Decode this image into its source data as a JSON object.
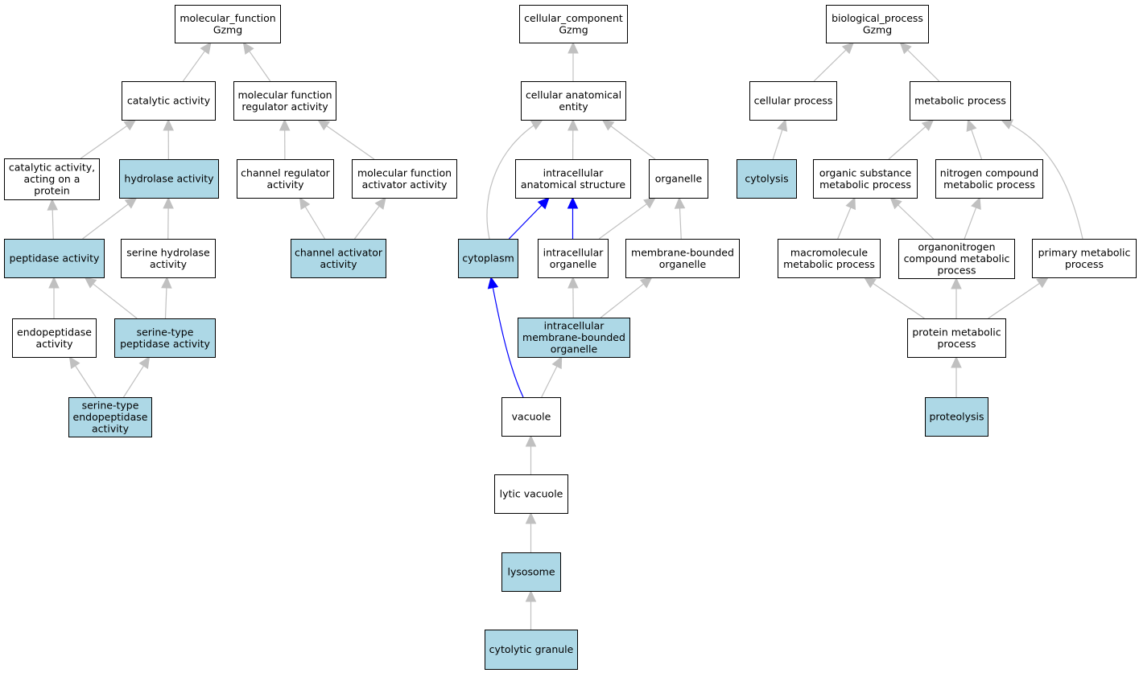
{
  "colors": {
    "highlight_fill": "#add8e6",
    "plain_fill": "#ffffff",
    "border": "#000000",
    "edge_gray": "#c0c0c0",
    "edge_blue": "#0000ff"
  },
  "nodes": {
    "mf_root": {
      "lines": [
        "molecular_function",
        "Gzmg"
      ],
      "hl": false
    },
    "catalytic_activity": {
      "lines": [
        "catalytic activity"
      ],
      "hl": false
    },
    "mf_regulator": {
      "lines": [
        "molecular function",
        "regulator activity"
      ],
      "hl": false
    },
    "catalytic_protein": {
      "lines": [
        "catalytic activity,",
        "acting on a",
        "protein"
      ],
      "hl": false
    },
    "hydrolase_activity": {
      "lines": [
        "hydrolase activity"
      ],
      "hl": true
    },
    "channel_regulator": {
      "lines": [
        "channel regulator",
        "activity"
      ],
      "hl": false
    },
    "mf_activator": {
      "lines": [
        "molecular function",
        "activator activity"
      ],
      "hl": false
    },
    "peptidase_activity": {
      "lines": [
        "peptidase activity"
      ],
      "hl": true
    },
    "serine_hydrolase": {
      "lines": [
        "serine hydrolase",
        "activity"
      ],
      "hl": false
    },
    "channel_activator": {
      "lines": [
        "channel activator",
        "activity"
      ],
      "hl": true
    },
    "endopeptidase_activity": {
      "lines": [
        "endopeptidase",
        "activity"
      ],
      "hl": false
    },
    "serine_peptidase": {
      "lines": [
        "serine-type",
        "peptidase activity"
      ],
      "hl": true
    },
    "serine_endopeptidase": {
      "lines": [
        "serine-type",
        "endopeptidase",
        "activity"
      ],
      "hl": true
    },
    "cc_root": {
      "lines": [
        "cellular_component",
        "Gzmg"
      ],
      "hl": false
    },
    "cellular_anatomical": {
      "lines": [
        "cellular anatomical",
        "entity"
      ],
      "hl": false
    },
    "intracellular_anatomical": {
      "lines": [
        "intracellular",
        "anatomical structure"
      ],
      "hl": false
    },
    "organelle": {
      "lines": [
        "organelle"
      ],
      "hl": false
    },
    "cytoplasm": {
      "lines": [
        "cytoplasm"
      ],
      "hl": true
    },
    "intracellular_organelle": {
      "lines": [
        "intracellular",
        "organelle"
      ],
      "hl": false
    },
    "membrane_bounded": {
      "lines": [
        "membrane-bounded",
        "organelle"
      ],
      "hl": false
    },
    "intracellular_membrane": {
      "lines": [
        "intracellular",
        "membrane-bounded",
        "organelle"
      ],
      "hl": true
    },
    "vacuole": {
      "lines": [
        "vacuole"
      ],
      "hl": false
    },
    "lytic_vacuole": {
      "lines": [
        "lytic vacuole"
      ],
      "hl": false
    },
    "lysosome": {
      "lines": [
        "lysosome"
      ],
      "hl": true
    },
    "cytolytic_granule": {
      "lines": [
        "cytolytic granule"
      ],
      "hl": true
    },
    "bp_root": {
      "lines": [
        "biological_process",
        "Gzmg"
      ],
      "hl": false
    },
    "cellular_process": {
      "lines": [
        "cellular process"
      ],
      "hl": false
    },
    "metabolic_process": {
      "lines": [
        "metabolic process"
      ],
      "hl": false
    },
    "cytolysis": {
      "lines": [
        "cytolysis"
      ],
      "hl": true
    },
    "organic_substance": {
      "lines": [
        "organic substance",
        "metabolic process"
      ],
      "hl": false
    },
    "nitrogen_compound": {
      "lines": [
        "nitrogen compound",
        "metabolic process"
      ],
      "hl": false
    },
    "macromolecule": {
      "lines": [
        "macromolecule",
        "metabolic process"
      ],
      "hl": false
    },
    "organonitrogen": {
      "lines": [
        "organonitrogen",
        "compound metabolic",
        "process"
      ],
      "hl": false
    },
    "primary_metabolic": {
      "lines": [
        "primary metabolic",
        "process"
      ],
      "hl": false
    },
    "protein_metabolic": {
      "lines": [
        "protein metabolic",
        "process"
      ],
      "hl": false
    },
    "proteolysis": {
      "lines": [
        "proteolysis"
      ],
      "hl": true
    }
  },
  "edges": [
    {
      "from": "catalytic_activity",
      "to": "mf_root",
      "color": "gray"
    },
    {
      "from": "mf_regulator",
      "to": "mf_root",
      "color": "gray"
    },
    {
      "from": "catalytic_protein",
      "to": "catalytic_activity",
      "color": "gray"
    },
    {
      "from": "hydrolase_activity",
      "to": "catalytic_activity",
      "color": "gray"
    },
    {
      "from": "channel_regulator",
      "to": "mf_regulator",
      "color": "gray"
    },
    {
      "from": "mf_activator",
      "to": "mf_regulator",
      "color": "gray"
    },
    {
      "from": "peptidase_activity",
      "to": "catalytic_protein",
      "color": "gray"
    },
    {
      "from": "peptidase_activity",
      "to": "hydrolase_activity",
      "color": "gray"
    },
    {
      "from": "serine_hydrolase",
      "to": "hydrolase_activity",
      "color": "gray"
    },
    {
      "from": "channel_activator",
      "to": "channel_regulator",
      "color": "gray"
    },
    {
      "from": "channel_activator",
      "to": "mf_activator",
      "color": "gray"
    },
    {
      "from": "endopeptidase_activity",
      "to": "peptidase_activity",
      "color": "gray"
    },
    {
      "from": "serine_peptidase",
      "to": "peptidase_activity",
      "color": "gray"
    },
    {
      "from": "serine_peptidase",
      "to": "serine_hydrolase",
      "color": "gray"
    },
    {
      "from": "serine_endopeptidase",
      "to": "endopeptidase_activity",
      "color": "gray"
    },
    {
      "from": "serine_endopeptidase",
      "to": "serine_peptidase",
      "color": "gray"
    },
    {
      "from": "cellular_anatomical",
      "to": "cc_root",
      "color": "gray"
    },
    {
      "from": "intracellular_anatomical",
      "to": "cellular_anatomical",
      "color": "gray"
    },
    {
      "from": "organelle",
      "to": "cellular_anatomical",
      "color": "gray"
    },
    {
      "from": "cytoplasm",
      "to": "cellular_anatomical",
      "color": "gray"
    },
    {
      "from": "cytoplasm",
      "to": "intracellular_anatomical",
      "color": "blue"
    },
    {
      "from": "intracellular_organelle",
      "to": "intracellular_anatomical",
      "color": "blue"
    },
    {
      "from": "intracellular_organelle",
      "to": "organelle",
      "color": "gray"
    },
    {
      "from": "membrane_bounded",
      "to": "organelle",
      "color": "gray"
    },
    {
      "from": "intracellular_membrane",
      "to": "intracellular_organelle",
      "color": "gray"
    },
    {
      "from": "intracellular_membrane",
      "to": "membrane_bounded",
      "color": "gray"
    },
    {
      "from": "vacuole",
      "to": "cytoplasm",
      "color": "blue"
    },
    {
      "from": "vacuole",
      "to": "intracellular_membrane",
      "color": "gray"
    },
    {
      "from": "lytic_vacuole",
      "to": "vacuole",
      "color": "gray"
    },
    {
      "from": "lysosome",
      "to": "lytic_vacuole",
      "color": "gray"
    },
    {
      "from": "cytolytic_granule",
      "to": "lysosome",
      "color": "gray"
    },
    {
      "from": "cellular_process",
      "to": "bp_root",
      "color": "gray"
    },
    {
      "from": "metabolic_process",
      "to": "bp_root",
      "color": "gray"
    },
    {
      "from": "cytolysis",
      "to": "cellular_process",
      "color": "gray"
    },
    {
      "from": "organic_substance",
      "to": "metabolic_process",
      "color": "gray"
    },
    {
      "from": "nitrogen_compound",
      "to": "metabolic_process",
      "color": "gray"
    },
    {
      "from": "primary_metabolic",
      "to": "metabolic_process",
      "color": "gray"
    },
    {
      "from": "macromolecule",
      "to": "organic_substance",
      "color": "gray"
    },
    {
      "from": "organonitrogen",
      "to": "organic_substance",
      "color": "gray"
    },
    {
      "from": "organonitrogen",
      "to": "nitrogen_compound",
      "color": "gray"
    },
    {
      "from": "protein_metabolic",
      "to": "macromolecule",
      "color": "gray"
    },
    {
      "from": "protein_metabolic",
      "to": "organonitrogen",
      "color": "gray"
    },
    {
      "from": "protein_metabolic",
      "to": "primary_metabolic",
      "color": "gray"
    },
    {
      "from": "proteolysis",
      "to": "protein_metabolic",
      "color": "gray"
    }
  ]
}
